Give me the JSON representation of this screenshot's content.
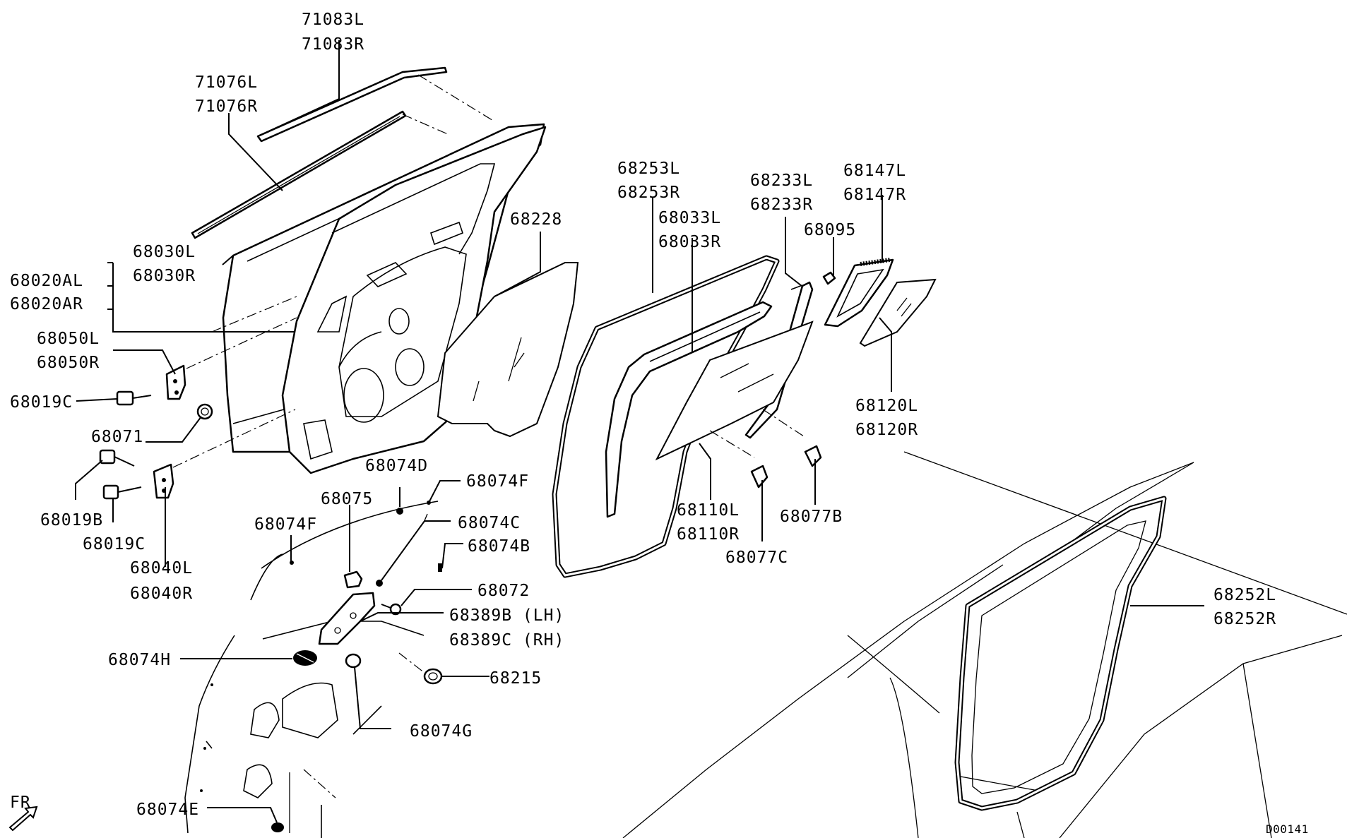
{
  "labels": {
    "p71083": [
      "71083L",
      "71083R"
    ],
    "p71076": [
      "71076L",
      "71076R"
    ],
    "p68030": [
      "68030L",
      "68030R"
    ],
    "p68020A": [
      "68020AL",
      "68020AR"
    ],
    "p68050": [
      "68050L",
      "68050R"
    ],
    "p68019C_a": "68019C",
    "p68071": "68071",
    "p68019B": "68019B",
    "p68019C_b": "68019C",
    "p68040": [
      "68040L",
      "68040R"
    ],
    "p68228": "68228",
    "p68074D": "68074D",
    "p68074F_a": "68074F",
    "p68075": "68075",
    "p68074F_b": "68074F",
    "p68074C": "68074C",
    "p68074B": "68074B",
    "p68072": "68072",
    "p68389": [
      "68389B (LH)",
      "68389C (RH)"
    ],
    "p68074H": "68074H",
    "p68215": "68215",
    "p68074G": "68074G",
    "p68074E": "68074E",
    "fr": "FR",
    "p68253": [
      "68253L",
      "68253R"
    ],
    "p68033": [
      "68033L",
      "68033R"
    ],
    "p68233": [
      "68233L",
      "68233R"
    ],
    "p68147": [
      "68147L",
      "68147R"
    ],
    "p68095": "68095",
    "p68120": [
      "68120L",
      "68120R"
    ],
    "p68110": [
      "68110L",
      "68110R"
    ],
    "p68077C": "68077C",
    "p68077B": "68077B",
    "p68252": [
      "68252L",
      "68252R"
    ],
    "drawing_code": "D00141"
  }
}
